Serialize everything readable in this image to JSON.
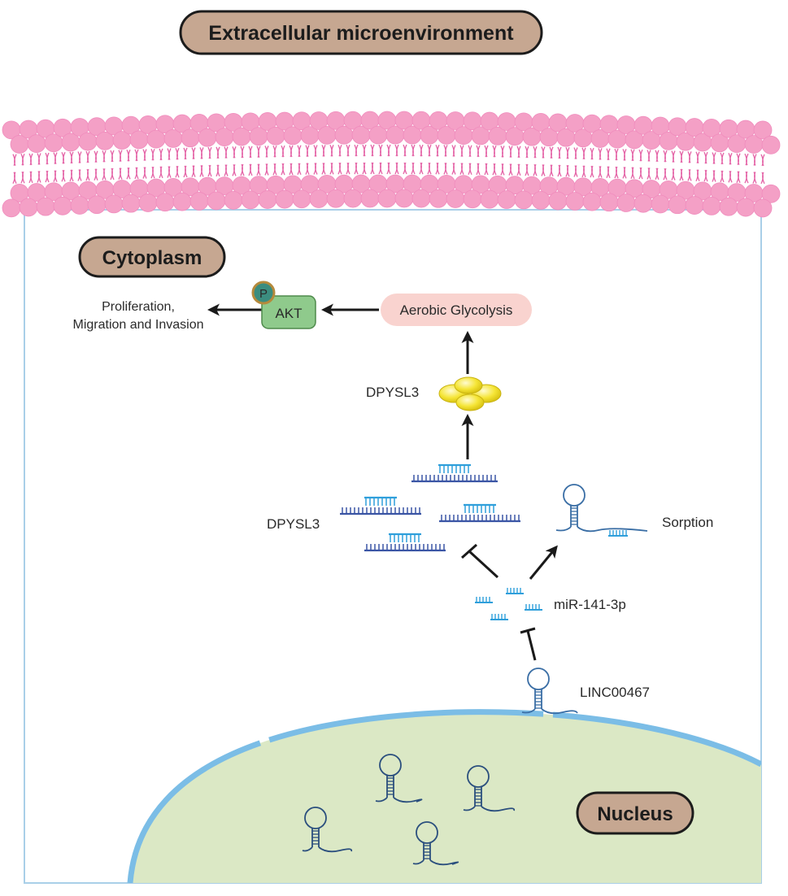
{
  "title": "Extracellular microenvironment",
  "compartments": {
    "cytoplasm": "Cytoplasm",
    "nucleus": "Nucleus"
  },
  "labels": {
    "phospho": "P",
    "akt": "AKT",
    "aerobic_glycolysis": "Aerobic Glycolysis",
    "proliferation_line1": "Proliferation,",
    "proliferation_line2": "Migration and Invasion",
    "dpysl3_protein": "DPYSL3",
    "dpysl3_mrna": "DPYSL3",
    "sorption": "Sorption",
    "mirna": "miR-141-3p",
    "lncrna": "LINC00467"
  },
  "colors": {
    "pill_fill": "#c6a791",
    "membrane_head": "#f4a0c6",
    "membrane_tail": "#e463a6",
    "cell_border": "#a9cfe8",
    "nucleus_fill": "#dbe8c5",
    "nucleus_border": "#7bbde6",
    "akt_fill": "#8fca8c",
    "p_fill": "#3b8d7f",
    "glycolysis_fill": "#f9d3cf",
    "protein_yellow": "#f5e536",
    "mrna_dark": "#3a55a5",
    "mirna_light": "#2f9fdb",
    "arrow": "#1a1a1a"
  }
}
